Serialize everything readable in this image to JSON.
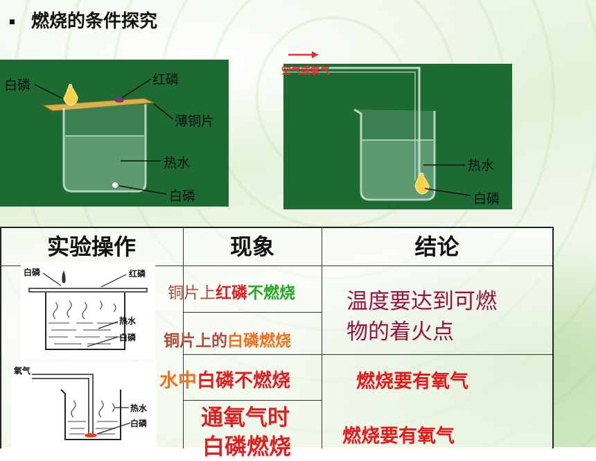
{
  "slide": {
    "title": "燃烧的条件探究"
  },
  "diagram1": {
    "labels": {
      "white_phosphorus_top": "白磷",
      "red_phosphorus": "红磷",
      "copper_sheet": "薄铜片",
      "hot_water": "热水",
      "white_phosphorus_bottom": "白磷"
    }
  },
  "diagram2": {
    "air_label": "空气或氧气",
    "labels": {
      "hot_water": "热水",
      "white_phosphorus": "白磷"
    }
  },
  "table": {
    "headers": [
      "实验操作",
      "现象",
      "结论"
    ],
    "rows": [
      {
        "phenomenon_parts": [
          "铜片上",
          "红磷",
          "不燃烧"
        ]
      },
      {
        "phenomenon_parts": [
          "铜片上的",
          "白磷燃烧"
        ]
      },
      {
        "phenomenon_parts": [
          "水中",
          "白磷不燃烧"
        ]
      },
      {
        "phenomenon_lines": [
          "通氧气时",
          "白磷燃烧"
        ]
      }
    ],
    "conclusions": [
      "温度要达到可燃",
      "物的着火点",
      "燃烧要有氧气",
      "燃烧要有氧气"
    ]
  },
  "lab_sketch1": {
    "labels": {
      "white_phosphorus": "白磷",
      "red_phosphorus": "红磷",
      "hot_water": "热水",
      "white_phosphorus_b": "白磷"
    }
  },
  "lab_sketch2": {
    "labels": {
      "oxygen": "氧气",
      "hot_water": "热水",
      "white_phosphorus": "白磷"
    }
  },
  "colors": {
    "panel_green": "#1e6a33",
    "red": "#e02020",
    "orange": "#f07020",
    "green": "#22aa22",
    "brown": "#b04a3a",
    "maroon": "#9a1040",
    "bright_red": "#e81818"
  }
}
